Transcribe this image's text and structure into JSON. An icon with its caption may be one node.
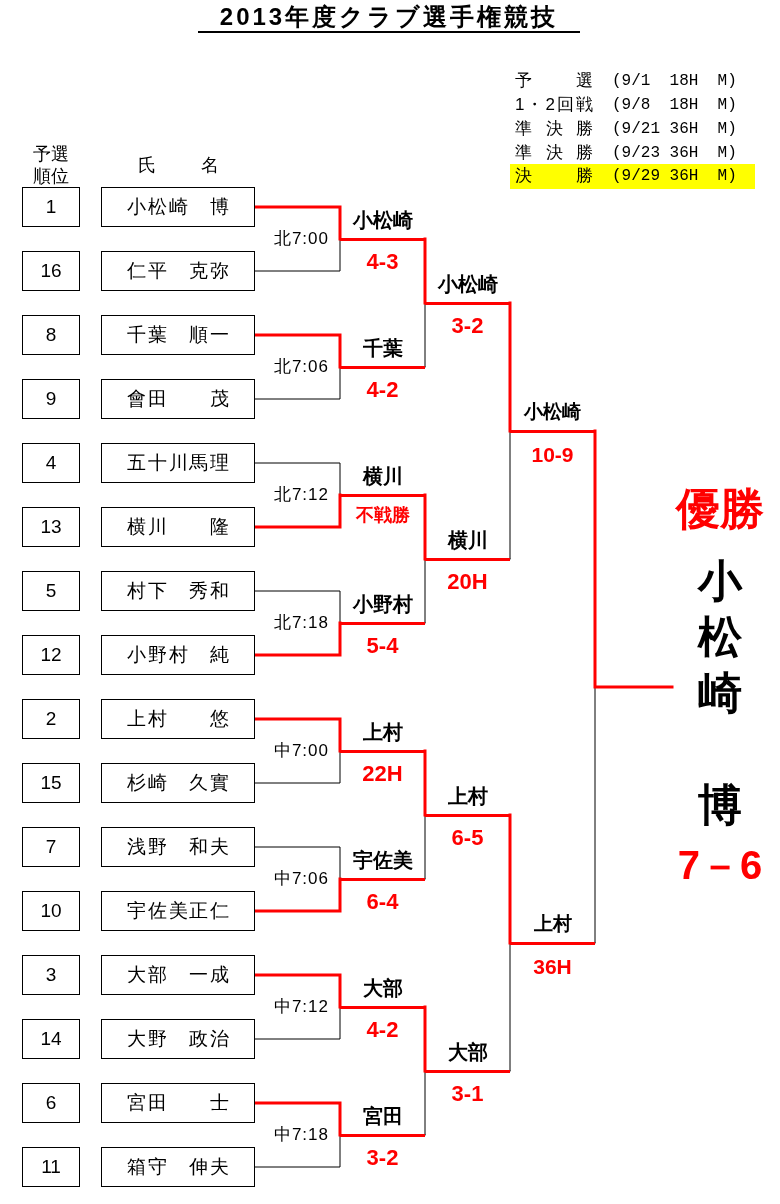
{
  "diagram": {
    "title": "2013年度クラブ選手権競技",
    "nodes": [
      {
        "text": [
          "決勝",
          "(9/29 36H  M)"
        ]
      },
      {
        "text": [
          "1"
        ]
      },
      {
        "text": [
          "小松崎　博"
        ]
      },
      {
        "text": [
          "16"
        ]
      },
      {
        "text": [
          "仁平　克弥"
        ]
      },
      {
        "text": [
          "8"
        ]
      },
      {
        "text": [
          "千葉　順一"
        ]
      },
      {
        "text": [
          "9"
        ]
      },
      {
        "text": [
          "會田　　茂"
        ]
      },
      {
        "text": [
          "4"
        ]
      },
      {
        "text": [
          "五十川馬理"
        ]
      },
      {
        "text": [
          "13"
        ]
      },
      {
        "text": [
          "横川　　隆"
        ]
      },
      {
        "text": [
          "5"
        ]
      },
      {
        "text": [
          "村下　秀和"
        ]
      },
      {
        "text": [
          "12"
        ]
      },
      {
        "text": [
          "小野村　純"
        ]
      },
      {
        "text": [
          "2"
        ]
      },
      {
        "text": [
          "上村　　悠"
        ]
      },
      {
        "text": [
          "15"
        ]
      },
      {
        "text": [
          "杉崎　久實"
        ]
      },
      {
        "text": [
          "7"
        ]
      },
      {
        "text": [
          "浅野　和夫"
        ]
      },
      {
        "text": [
          "10"
        ]
      },
      {
        "text": [
          "宇佐美正仁"
        ]
      },
      {
        "text": [
          "3"
        ]
      },
      {
        "text": [
          "大部　一成"
        ]
      },
      {
        "text": [
          "14"
        ]
      },
      {
        "text": [
          "大野　政治"
        ]
      },
      {
        "text": [
          "6"
        ]
      },
      {
        "text": [
          "宮田　　士"
        ]
      },
      {
        "text": [
          "11"
        ]
      },
      {
        "text": [
          "箱守　伸夫"
        ]
      },
      {
        "text": [
          "小松崎",
          "4-3"
        ],
        "beside": [
          "北7:00"
        ]
      },
      {
        "text": [
          "千葉",
          "4-2"
        ],
        "beside": [
          "北7:06"
        ]
      },
      {
        "text": [
          "横川",
          "不戦勝"
        ],
        "beside": [
          "北7:12"
        ]
      },
      {
        "text": [
          "小野村",
          "5-4"
        ],
        "beside": [
          "北7:18"
        ]
      },
      {
        "text": [
          "上村",
          "22H"
        ],
        "beside": [
          "中7:00"
        ]
      },
      {
        "text": [
          "宇佐美",
          "6-4"
        ],
        "beside": [
          "中7:06"
        ]
      },
      {
        "text": [
          "大部",
          "4-2"
        ],
        "beside": [
          "中7:12"
        ]
      },
      {
        "text": [
          "宮田",
          "3-2"
        ],
        "beside": [
          "中7:18"
        ]
      },
      {
        "text": [
          "小松崎",
          "3-2"
        ]
      },
      {
        "text": [
          "横川",
          "20H"
        ]
      },
      {
        "text": [
          "上村",
          "6-5"
        ]
      },
      {
        "text": [
          "大部",
          "3-1"
        ]
      },
      {
        "text": [
          "小松崎",
          "10-9"
        ]
      },
      {
        "text": [
          "上村",
          "36H"
        ]
      },
      {
        "text": [
          "優勝",
          "小松崎",
          "博",
          "7－6"
        ]
      }
    ],
    "edges": [
      {
        "from": 2,
        "to": 33,
        "arrow": "none",
        "style": "thick",
        "color": "#ff0000"
      },
      {
        "from": 4,
        "to": 33,
        "arrow": "none",
        "color": "#000000"
      },
      {
        "from": 6,
        "to": 34,
        "arrow": "none",
        "style": "thick",
        "color": "#ff0000"
      },
      {
        "from": 8,
        "to": 34,
        "arrow": "none",
        "color": "#000000"
      },
      {
        "from": 10,
        "to": 35,
        "arrow": "none",
        "color": "#000000"
      },
      {
        "from": 12,
        "to": 35,
        "arrow": "none",
        "style": "thick",
        "color": "#ff0000"
      },
      {
        "from": 14,
        "to": 36,
        "arrow": "none",
        "color": "#000000"
      },
      {
        "from": 16,
        "to": 36,
        "arrow": "none",
        "style": "thick",
        "color": "#ff0000"
      },
      {
        "from": 18,
        "to": 37,
        "arrow": "none",
        "style": "thick",
        "color": "#ff0000"
      },
      {
        "from": 20,
        "to": 37,
        "arrow": "none",
        "color": "#000000"
      },
      {
        "from": 22,
        "to": 38,
        "arrow": "none",
        "color": "#000000"
      },
      {
        "from": 24,
        "to": 38,
        "arrow": "none",
        "style": "thick",
        "color": "#ff0000"
      },
      {
        "from": 26,
        "to": 39,
        "arrow": "none",
        "style": "thick",
        "color": "#ff0000"
      },
      {
        "from": 28,
        "to": 39,
        "arrow": "none",
        "color": "#000000"
      },
      {
        "from": 30,
        "to": 40,
        "arrow": "none",
        "style": "thick",
        "color": "#ff0000"
      },
      {
        "from": 32,
        "to": 40,
        "arrow": "none",
        "color": "#000000"
      },
      {
        "from": 33,
        "to": 41,
        "arrow": "none",
        "style": "thick",
        "color": "#ff0000"
      },
      {
        "from": 34,
        "to": 41,
        "arrow": "none",
        "color": "#000000"
      },
      {
        "from": 35,
        "to": 42,
        "arrow": "none",
        "style": "thick",
        "color": "#ff0000"
      },
      {
        "from": 36,
        "to": 42,
        "arrow": "none",
        "color": "#000000"
      },
      {
        "from": 37,
        "to": 43,
        "arrow": "none",
        "style": "thick",
        "color": "#ff0000"
      },
      {
        "from": 38,
        "to": 43,
        "arrow": "none",
        "color": "#000000"
      },
      {
        "from": 39,
        "to": 44,
        "arrow": "none",
        "style": "thick",
        "color": "#ff0000"
      },
      {
        "from": 40,
        "to": 44,
        "arrow": "none",
        "color": "#000000"
      },
      {
        "from": 41,
        "to": 45,
        "arrow": "none",
        "style": "thick",
        "color": "#ff0000"
      },
      {
        "from": 42,
        "to": 45,
        "arrow": "none",
        "color": "#000000"
      },
      {
        "from": 43,
        "to": 46,
        "arrow": "none",
        "style": "thick",
        "color": "#ff0000"
      },
      {
        "from": 44,
        "to": 46,
        "arrow": "none",
        "color": "#000000"
      },
      {
        "from": 45,
        "to": 47,
        "arrow": "none",
        "style": "thick",
        "color": "#ff0000"
      },
      {
        "from": 46,
        "to": 47,
        "arrow": "none",
        "color": "#000000"
      }
    ],
    "labels": [
      "予選",
      "(9/1  18H  M)",
      "1・2回戦",
      "(9/8  18H  M)",
      "準決勝",
      "(9/21 36H  M)",
      "準決勝",
      "(9/23 36H  M)",
      "予選順位",
      "氏名"
    ]
  }
}
